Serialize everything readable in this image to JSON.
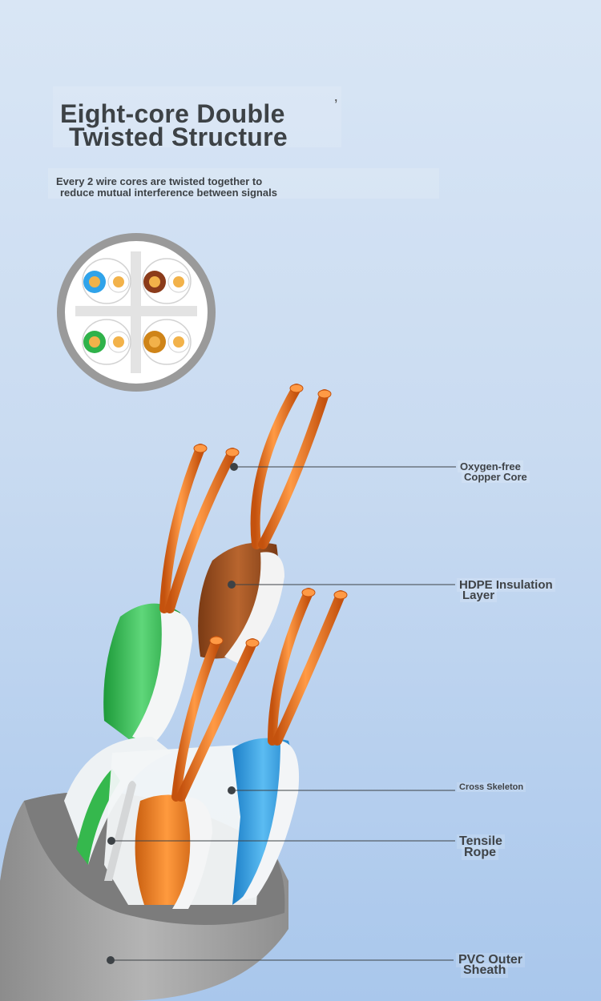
{
  "heading": {
    "line1": "Eight-core Double",
    "line2": "Twisted Structure"
  },
  "subheading": {
    "line1": "Every 2 wire cores are twisted together to",
    "line2": "reduce mutual interference between signals"
  },
  "labels": {
    "oxygen_free": {
      "line1": "Oxygen-free",
      "line2": "Copper Core"
    },
    "hdpe": {
      "line1": "HDPE Insulation",
      "line2": "Layer"
    },
    "cross": {
      "line1": "Cross Skeleton"
    },
    "tensile": {
      "line1": "Tensile",
      "line2": "Rope"
    },
    "pvc": {
      "line1": "PVC Outer",
      "line2": "Sheath"
    }
  },
  "colors": {
    "copper": "#e8731f",
    "pair_blue": "#2f9be0",
    "pair_brown": "#9a4e22",
    "pair_green": "#2fb24a",
    "pair_orange": "#e07818",
    "sheath": "#9c9c9c"
  }
}
